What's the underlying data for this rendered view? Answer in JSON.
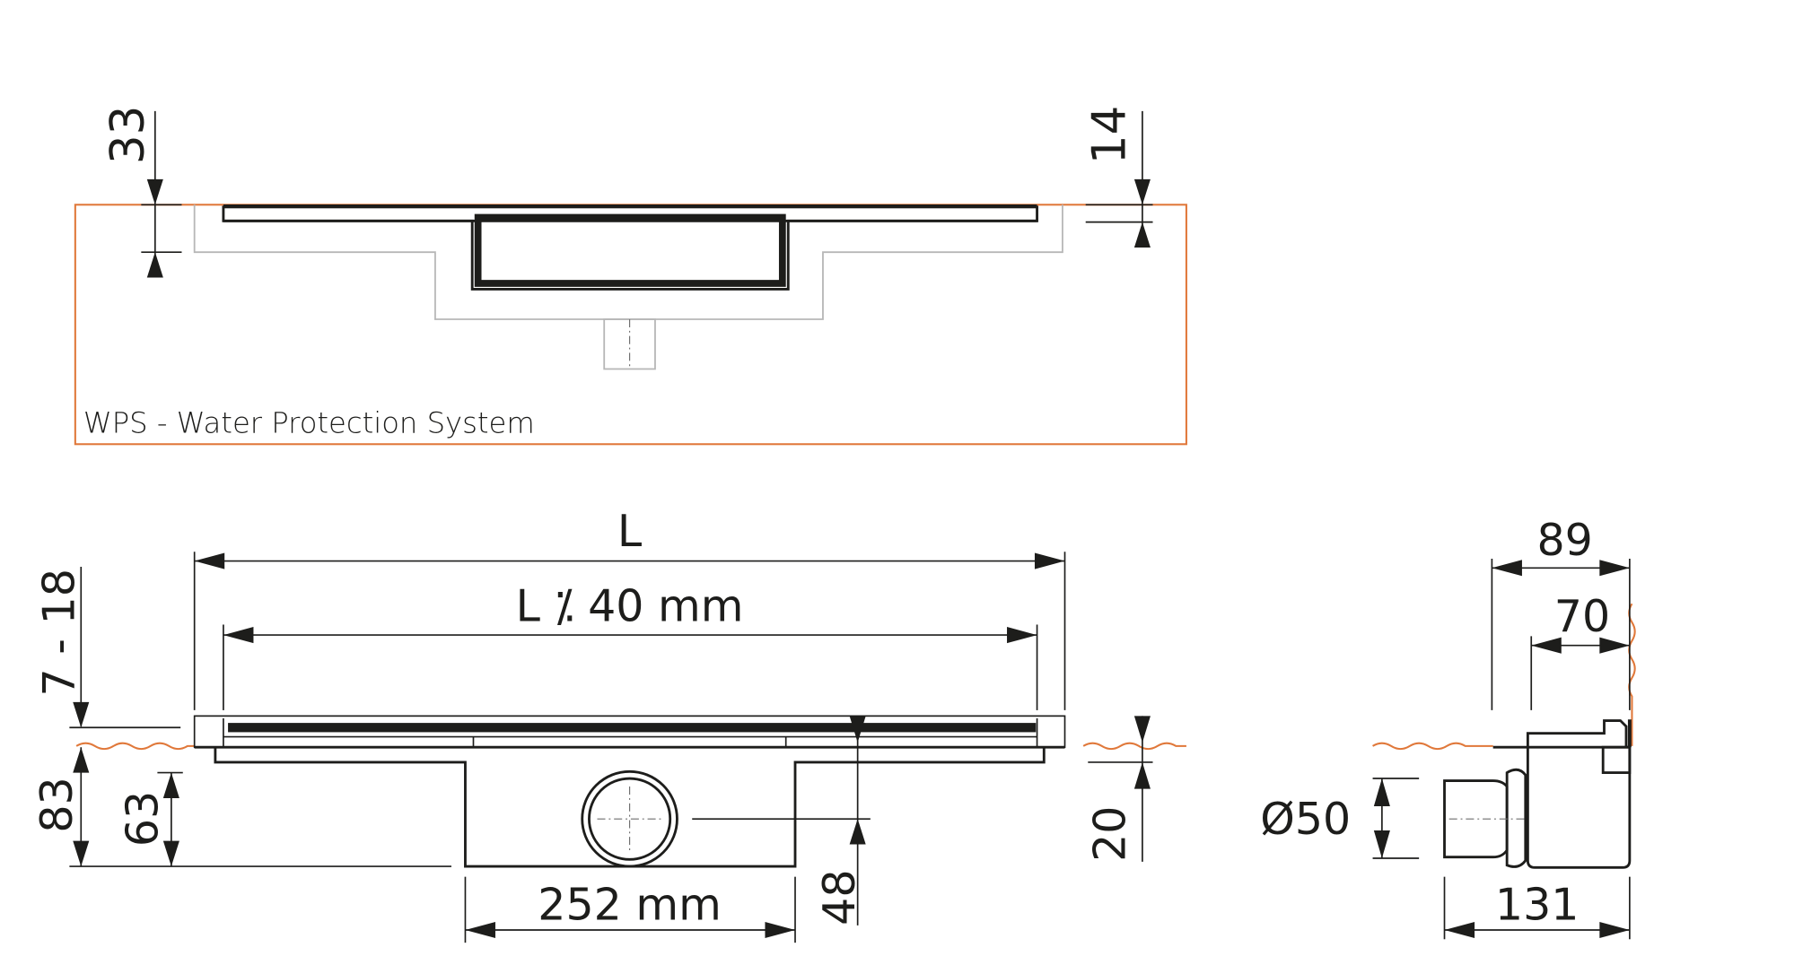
{
  "colors": {
    "line": "#1d1d1b",
    "wps_outline": "#e0783a",
    "hidden_outline": "#b7b7b7",
    "background": "#ffffff"
  },
  "plan_view": {
    "label": "WPS - Water Protection System",
    "dim_left": "33",
    "dim_right": "14"
  },
  "side_view": {
    "dim_total_length": "L",
    "dim_grate_length": "L ⁒ 40 mm",
    "dim_tile_range": "7 - 18",
    "dim_total_height": "83",
    "dim_body_height": "63",
    "dim_outlet_height": "48",
    "dim_flange_height": "20",
    "dim_body_width": "252 mm"
  },
  "end_view": {
    "dim_top_width": "89",
    "dim_inner_width": "70",
    "dim_outlet_diameter": "Ø50",
    "dim_total_depth": "131"
  }
}
